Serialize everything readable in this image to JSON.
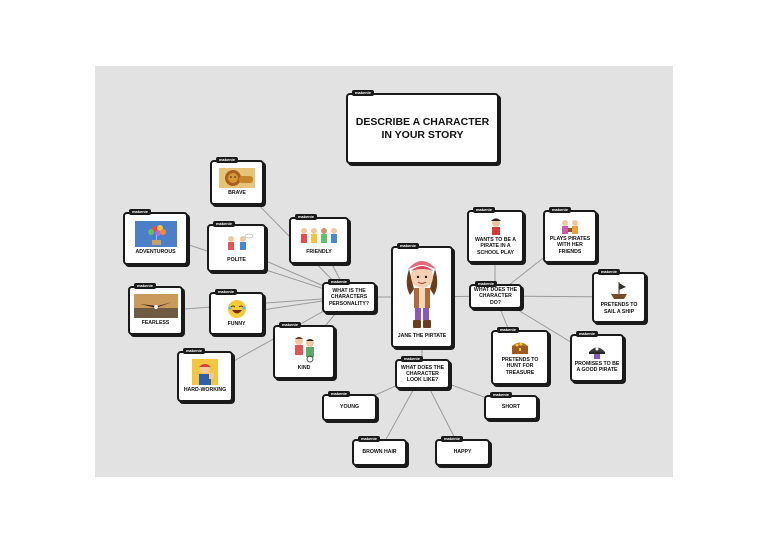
{
  "tag": "makenie",
  "nodes": {
    "title": "DESCRIBE A CHARACTER IN YOUR STORY",
    "center": "JANE THE PIRTATE",
    "personality": "WHAT IS THE CHARACTERS PERSONALITY?",
    "doing": "WHAT DOES THE CHARACTER DO?",
    "look": "WHAT DOES THE CHARACTER LOOK LIKE?",
    "brave": "BRAVE",
    "adventurous": "ADVENTUROUS",
    "polite": "POLITE",
    "friendly": "FRIENDLY",
    "fearless": "FEARLESS",
    "funny": "FUNNY",
    "kind": "KIND",
    "hardworking": "HARD-WORKING",
    "wants": "WANTS TO BE A PIRATE IN A SCHOOL PLAY",
    "plays": "PLAYS PIRATES WITH HER FRIENDS",
    "sail": "PRETENDS TO SAIL A SHIP",
    "hunt": "PRETENDS TO HUNT FOR TREASURE",
    "promises": "PROMISES TO BE A GOOD PIRATE",
    "young": "YOUNG",
    "short": "SHORT",
    "brown": "BROWN HAIR",
    "happy": "HAPPY"
  },
  "colors": {
    "board": "#e2e2e2",
    "border": "#1a1a1a",
    "link": "#9a9a9a"
  },
  "icons": {
    "brave": "lion-icon",
    "adventurous": "balloon-house-icon",
    "polite": "polite-kids-icon",
    "friendly": "friends-icon",
    "fearless": "eagle-icon",
    "funny": "laughing-emoji-icon",
    "kind": "kind-kids-icon",
    "hardworking": "rosie-riveter-icon",
    "center": "pirate-girl-icon",
    "wants": "pirate-kid-icon",
    "plays": "pirate-friends-icon",
    "sail": "pirate-ship-icon",
    "hunt": "treasure-chest-icon",
    "promises": "pirate-hat-icon"
  }
}
